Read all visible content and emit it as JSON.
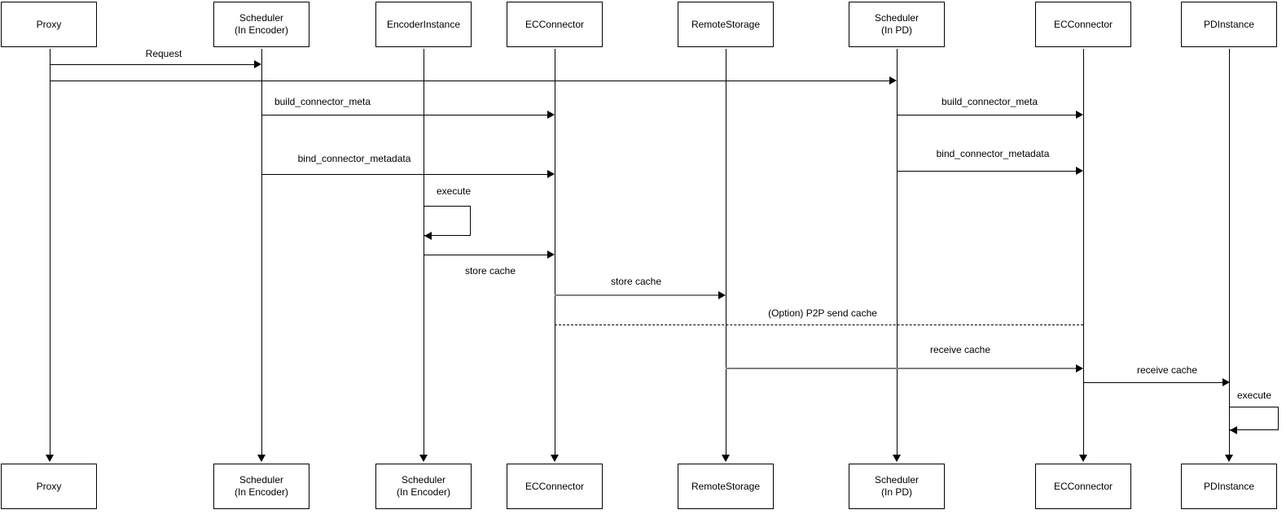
{
  "diagram": {
    "type": "sequence-diagram",
    "top_actors": [
      {
        "label": "Proxy"
      },
      {
        "label": "Scheduler\n(In Encoder)"
      },
      {
        "label": "EncoderInstance"
      },
      {
        "label": "ECConnector"
      },
      {
        "label": "RemoteStorage"
      },
      {
        "label": "Scheduler\n(In PD)"
      },
      {
        "label": "ECConnector"
      },
      {
        "label": "PDInstance"
      }
    ],
    "bottom_actors": [
      {
        "label": "Proxy"
      },
      {
        "label": "Scheduler\n(In Encoder)"
      },
      {
        "label": "Scheduler\n(In Encoder)"
      },
      {
        "label": "ECConnector"
      },
      {
        "label": "RemoteStorage"
      },
      {
        "label": "Scheduler\n(In PD)"
      },
      {
        "label": "ECConnector"
      },
      {
        "label": "PDInstance"
      }
    ],
    "messages": [
      {
        "label": "Request",
        "from": "Proxy",
        "to": "Scheduler (In Encoder)",
        "line": "solid"
      },
      {
        "label": "",
        "from": "Proxy",
        "to": "Scheduler (In PD)",
        "line": "solid"
      },
      {
        "label": "build_connector_meta",
        "from": "Scheduler (In Encoder)",
        "to": "ECConnector",
        "line": "solid"
      },
      {
        "label": "build_connector_meta",
        "from": "Scheduler (In PD)",
        "to": "ECConnector",
        "line": "solid"
      },
      {
        "label": "bind_connector_metadata",
        "from": "Scheduler (In PD)",
        "to": "ECConnector",
        "line": "solid"
      },
      {
        "label": "bind_connector_metadata",
        "from": "Scheduler (In Encoder)",
        "to": "ECConnector",
        "line": "solid"
      },
      {
        "label": "execute",
        "from": "EncoderInstance",
        "to": "EncoderInstance",
        "line": "self-loop"
      },
      {
        "label": "store cache",
        "from": "EncoderInstance",
        "to": "ECConnector",
        "line": "solid"
      },
      {
        "label": "store cache",
        "from": "ECConnector",
        "to": "RemoteStorage",
        "line": "solid",
        "color": "gray"
      },
      {
        "label": "(Option) P2P send cache",
        "from": "ECConnector",
        "to": "ECConnector",
        "line": "dashed"
      },
      {
        "label": "receive cache",
        "from": "RemoteStorage",
        "to": "ECConnector",
        "line": "solid",
        "color": "gray"
      },
      {
        "label": "receive cache",
        "from": "ECConnector",
        "to": "PDInstance",
        "line": "solid"
      },
      {
        "label": "execute",
        "from": "PDInstance",
        "to": "PDInstance",
        "line": "self-loop"
      }
    ],
    "colors": {
      "stroke": "#000000",
      "gray_stroke": "#808080",
      "background": "#ffffff"
    }
  }
}
